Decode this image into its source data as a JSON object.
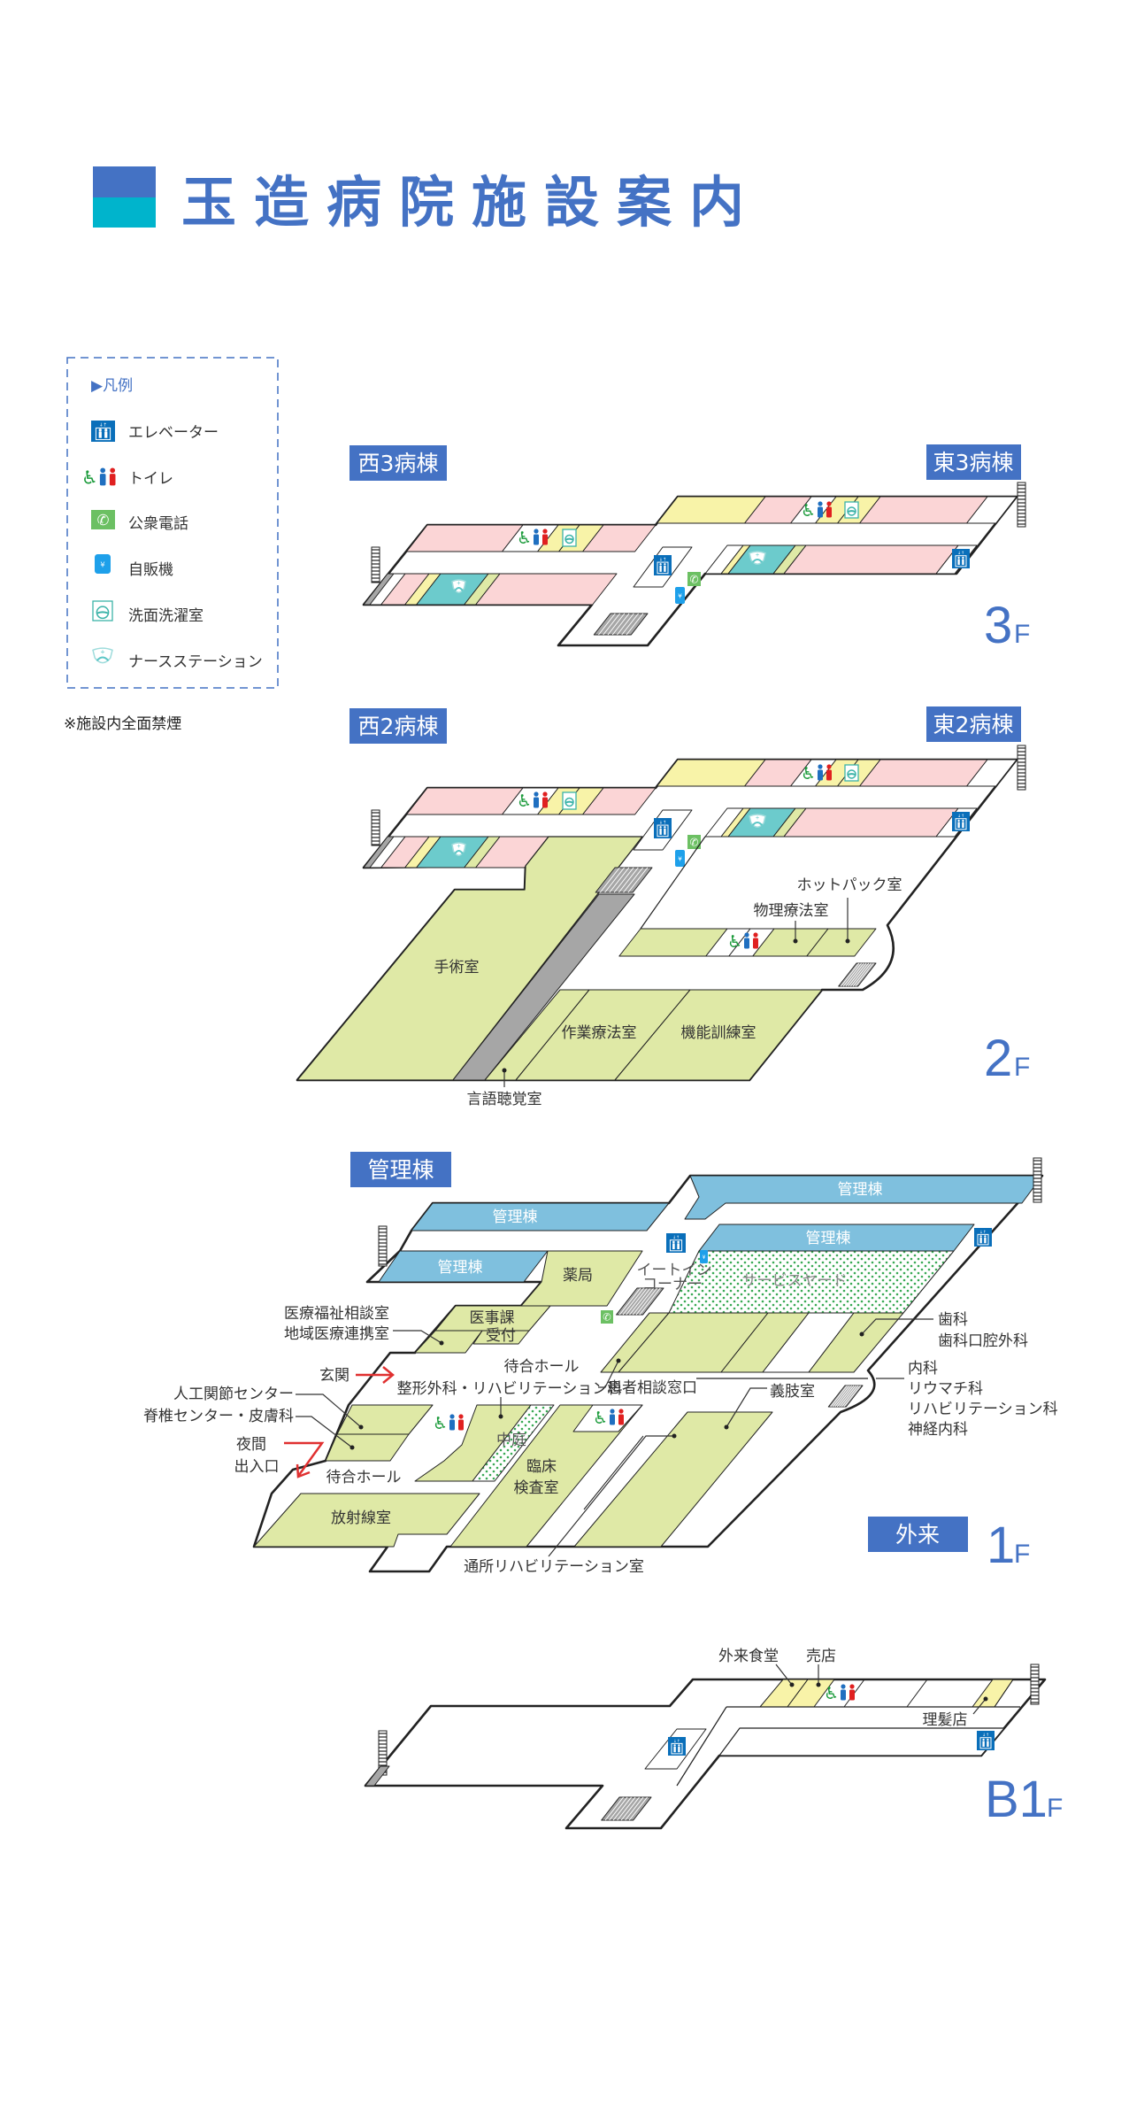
{
  "title": "玉造病院施設案内",
  "legend": {
    "heading": "▶凡例",
    "items": [
      {
        "icon": "elevator-icon",
        "label": "エレベーター"
      },
      {
        "icon": "restroom-icon",
        "label": "トイレ"
      },
      {
        "icon": "public-phone-icon",
        "label": "公衆電話"
      },
      {
        "icon": "vending-machine-icon",
        "label": "自販機"
      },
      {
        "icon": "laundry-icon",
        "label": "洗面洗濯室"
      },
      {
        "icon": "nurse-station-icon",
        "label": "ナースステーション"
      }
    ]
  },
  "notice": "※施設内全面禁煙",
  "colors": {
    "accent": "#4472c4",
    "accent2": "#00b4cc",
    "ward_room": "#fbd5d6",
    "utility_room": "#f8f3a8",
    "nurse_station": "#6ccbcc",
    "clinic_room": "#dfe9a6",
    "admin_building": "#7fc0de",
    "stairs": "#a6a6a6"
  },
  "floors": {
    "f3": {
      "num": "3",
      "unit": "F",
      "west": "西3病棟",
      "east": "東3病棟"
    },
    "f2": {
      "num": "2",
      "unit": "F",
      "west": "西2病棟",
      "east": "東2病棟",
      "rooms": {
        "surgery": "手術室",
        "occupational": "作業療法室",
        "training": "機能訓練室",
        "speech": "言語聴覚室",
        "physio": "物理療法室",
        "hotpack": "ホットパック室"
      }
    },
    "f1": {
      "num": "1",
      "unit": "F",
      "building": "管理棟",
      "outpatient": "外来",
      "admin": [
        "管理棟",
        "管理棟",
        "管理棟"
      ],
      "rooms": {
        "pharmacy": "薬局",
        "medical_affairs": "医事課",
        "reception": "受付",
        "welfare": "医療福祉相談室",
        "regional": "地域医療連携室",
        "entrance": "玄関",
        "waiting_upper": "待合ホール",
        "ortho": "整形外科・リハビリテーション科",
        "consult": "患者相談窓口",
        "prosthetics": "義肢室",
        "joint": "人工関節センター",
        "spine": "脊椎センター・皮膚科",
        "night1": "夜間",
        "night2": "出入口",
        "waiting_lower": "待合ホール",
        "radiology": "放射線室",
        "lab1": "臨床",
        "lab2": "検査室",
        "dayrehab": "通所リハビリテーション室",
        "courtyard": "中庭",
        "eatin1": "イートイン",
        "eatin2": "コーナー",
        "serviceyard": "サービスヤード",
        "dental": "歯科",
        "oral": "歯科口腔外科",
        "internal": "内科",
        "rheuma": "リウマチ科",
        "rehab": "リハビリテーション科",
        "neuro": "神経内科"
      }
    },
    "b1": {
      "num": "B1",
      "unit": "F",
      "rooms": {
        "cafeteria": "外来食堂",
        "shop": "売店",
        "barber": "理髪店"
      }
    }
  }
}
